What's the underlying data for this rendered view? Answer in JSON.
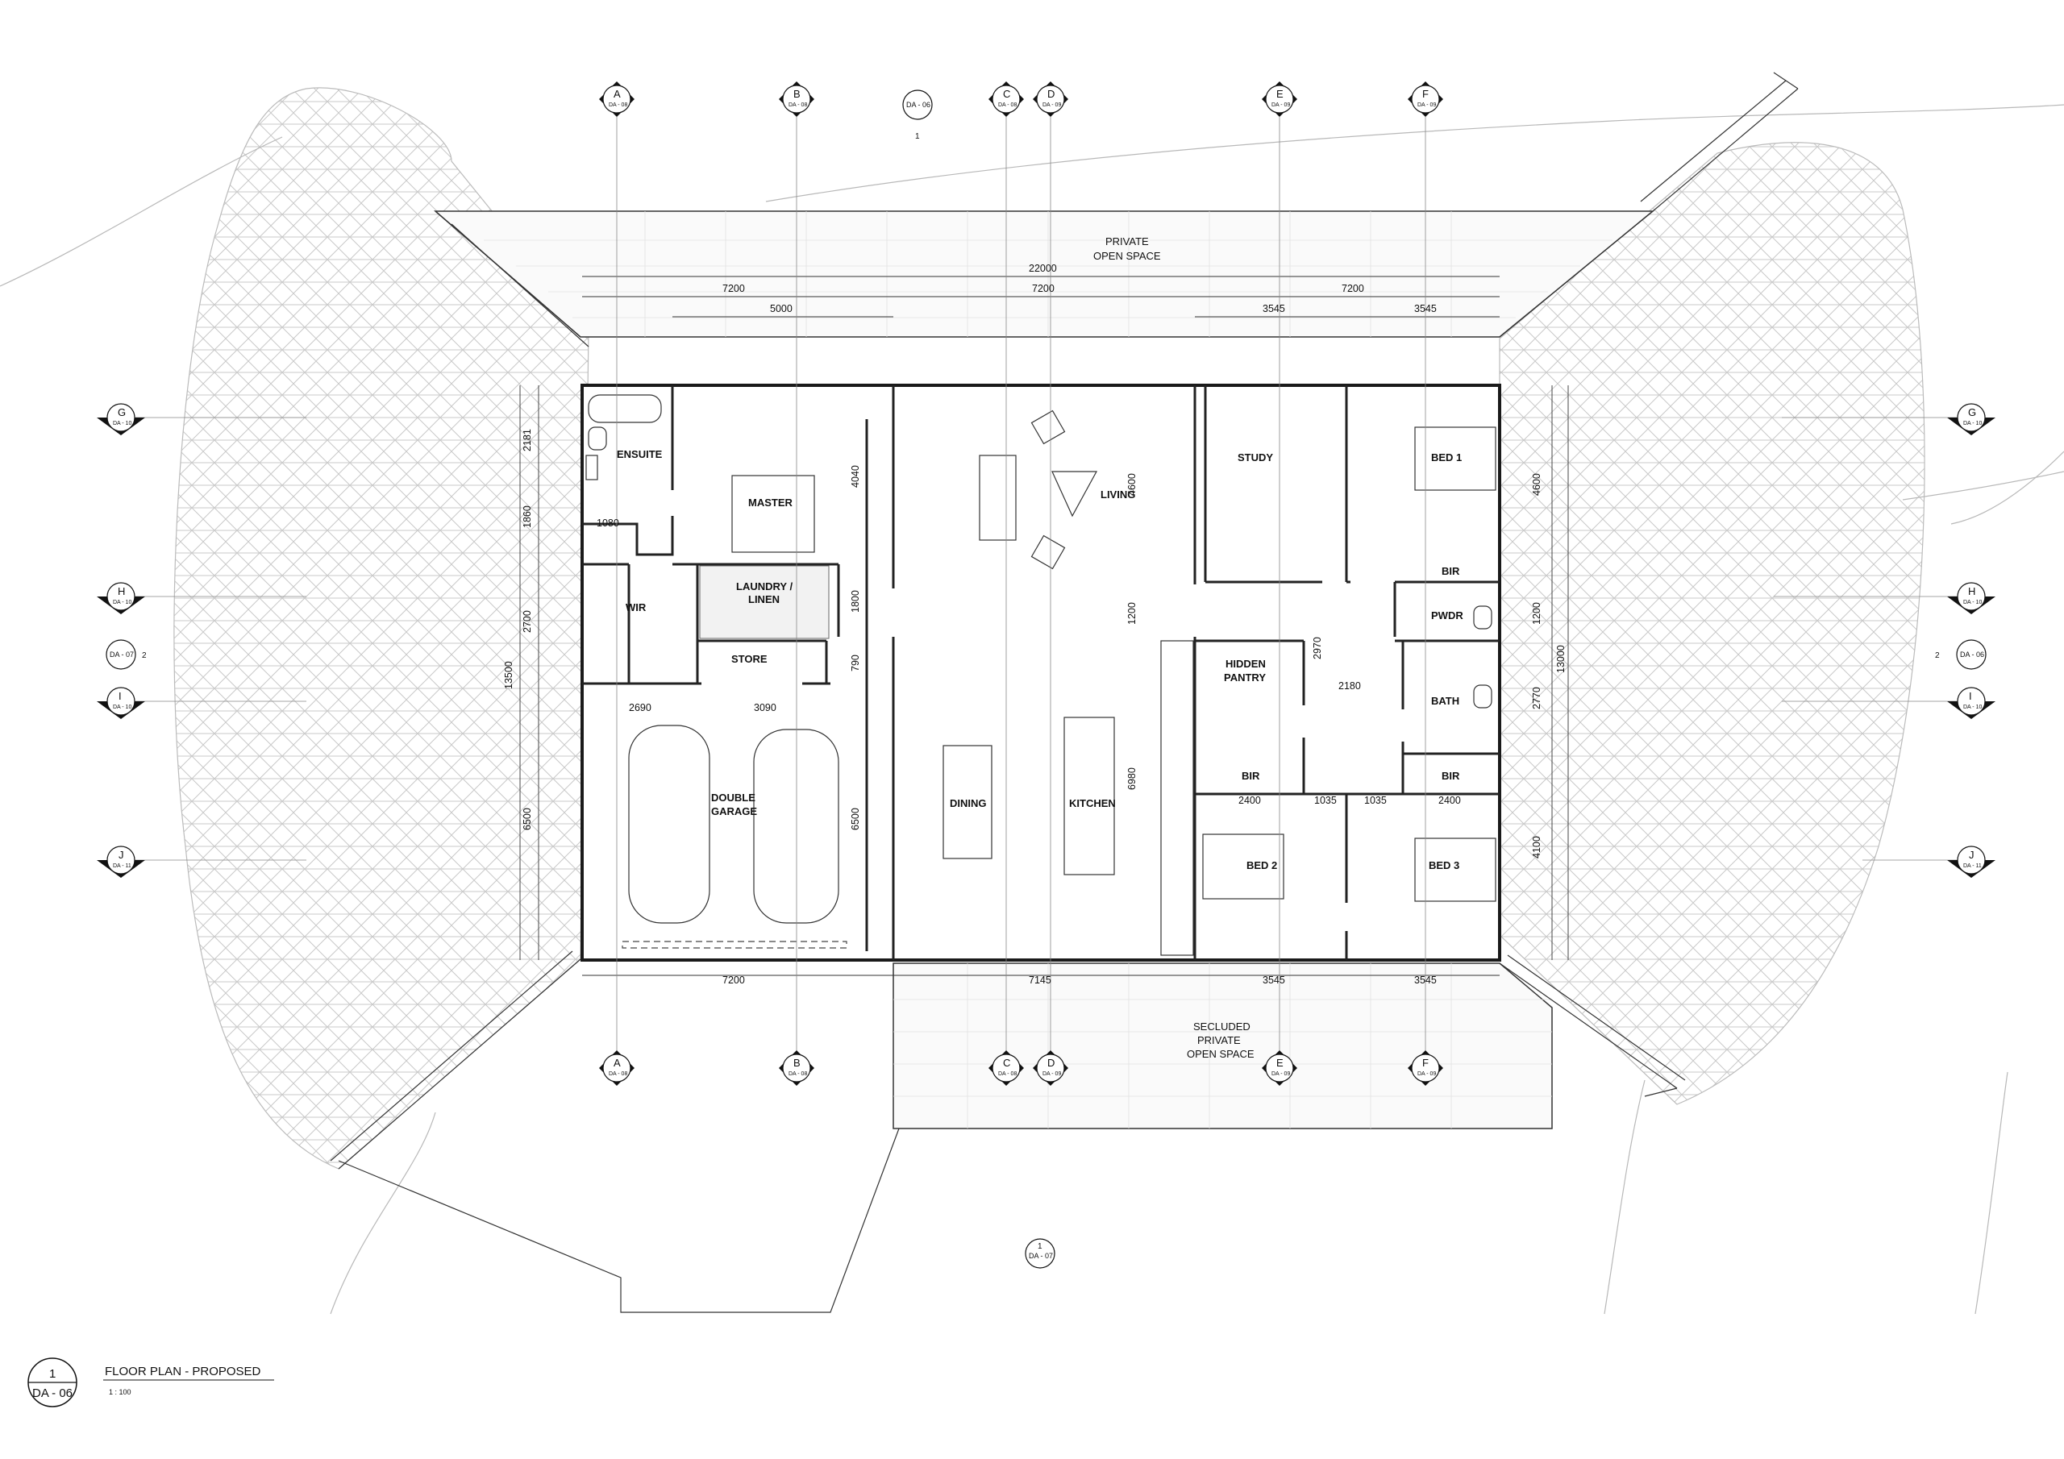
{
  "rooms": {
    "ensuite": "ENSUITE",
    "master": "MASTER",
    "wir": "WIR",
    "laundry_1": "LAUNDRY /",
    "laundry_2": "LINEN",
    "store": "STORE",
    "garage_1": "DOUBLE",
    "garage_2": "GARAGE",
    "living": "LIVING",
    "dining": "DINING",
    "kitchen": "KITCHEN",
    "study": "STUDY",
    "bed1": "BED 1",
    "bed2": "BED 2",
    "bed3": "BED 3",
    "bir": "BIR",
    "pwdr": "PWDR",
    "bath": "BATH",
    "pantry_1": "HIDDEN",
    "pantry_2": "PANTRY",
    "pos_1": "PRIVATE",
    "pos_2": "OPEN SPACE",
    "spos_1": "SECLUDED",
    "spos_2": "PRIVATE",
    "spos_3": "OPEN SPACE"
  },
  "dims": {
    "overall": "22000",
    "bay": "7200",
    "d5000": "5000",
    "d3545": "3545",
    "d2181": "2181",
    "d1860": "1860",
    "d2700": "2700",
    "d6500": "6500",
    "d13500": "13500",
    "d4040": "4040",
    "d1800": "1800",
    "d790": "790",
    "d1080": "1080",
    "d2690": "2690",
    "d3090": "3090",
    "d4600": "4600",
    "d1200": "1200",
    "d6980": "6980",
    "d2970": "2970",
    "d2180": "2180",
    "d2400": "2400",
    "d1035": "1035",
    "d2770": "2770",
    "d13000": "13000",
    "d4100": "4100",
    "d7145": "7145"
  },
  "grids": {
    "a": "A",
    "b": "B",
    "c": "C",
    "d": "D",
    "e": "E",
    "f": "F",
    "g": "G",
    "h": "H",
    "i": "I",
    "j": "J",
    "ref08": "DA - 08",
    "ref09": "DA - 09",
    "ref10": "DA - 10",
    "ref11": "DA - 11"
  },
  "sections": {
    "da06": "DA - 06",
    "da07": "DA - 07",
    "one": "1",
    "two": "2"
  },
  "title_block": {
    "number": "1",
    "sheet": "DA - 06",
    "title": "FLOOR PLAN - PROPOSED",
    "scale": "1 : 100"
  }
}
